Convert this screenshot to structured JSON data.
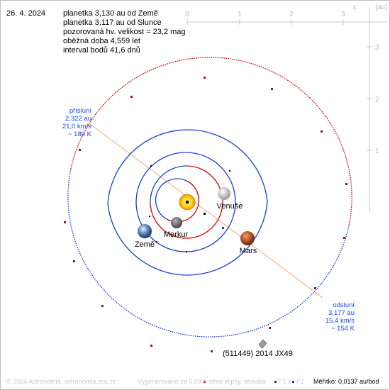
{
  "header": {
    "date": "26. 4. 2024",
    "lines": [
      "planetka 3,130 au od Země",
      "planetka 3,117 au od Slunce",
      "pozorovaná hv. velikost = 23,2 mag",
      "oběžná doba 4,559 let",
      "interval bodů 41,6 dnů"
    ]
  },
  "axes": {
    "x_ticks": [
      "0",
      "1",
      "2",
      "3"
    ],
    "y_ticks": [
      "3",
      "2",
      "1"
    ],
    "x_label": "x",
    "unit": "[au]"
  },
  "labels": {
    "perihelion": [
      "přísluní",
      "2,322 au",
      "21,0 km/s",
      "~ 180 K"
    ],
    "aphelion": [
      "odsluní",
      "3,177 au",
      "15,4 km/s",
      "~ 154 K"
    ],
    "venus": "Venuše",
    "mercury": "Merkur",
    "earth": "Země",
    "mars": "Mars",
    "asteroid": "(511449) 2014 JX49"
  },
  "footer": {
    "copyright": "© 2024 Astronomia, astronomia.zcu.cz",
    "generated": "Vygenerováno za 0,09 s",
    "legend1": "střed elipsy, ohniska",
    "f1": "F1 a",
    "f2": "F2",
    "scale": "Měřítko: 0,0137 au/bod"
  },
  "colors": {
    "red": "#d40000",
    "blue": "#1a3fd6",
    "axis": "#c8c8c8",
    "label_blue": "#1844ff"
  }
}
